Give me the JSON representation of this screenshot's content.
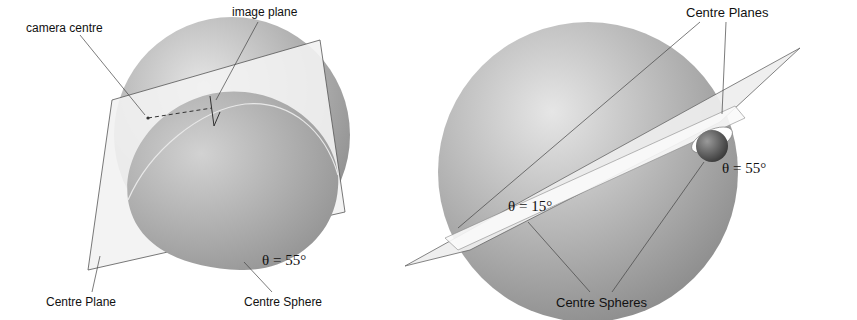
{
  "diagram": {
    "labels": [
      "camera centre",
      "image plane",
      "Centre Plane",
      "Centre Sphere",
      "θ = 55°",
      "Centre Planes",
      "θ = 55°",
      "θ = 15°",
      "Centre Spheres"
    ]
  }
}
